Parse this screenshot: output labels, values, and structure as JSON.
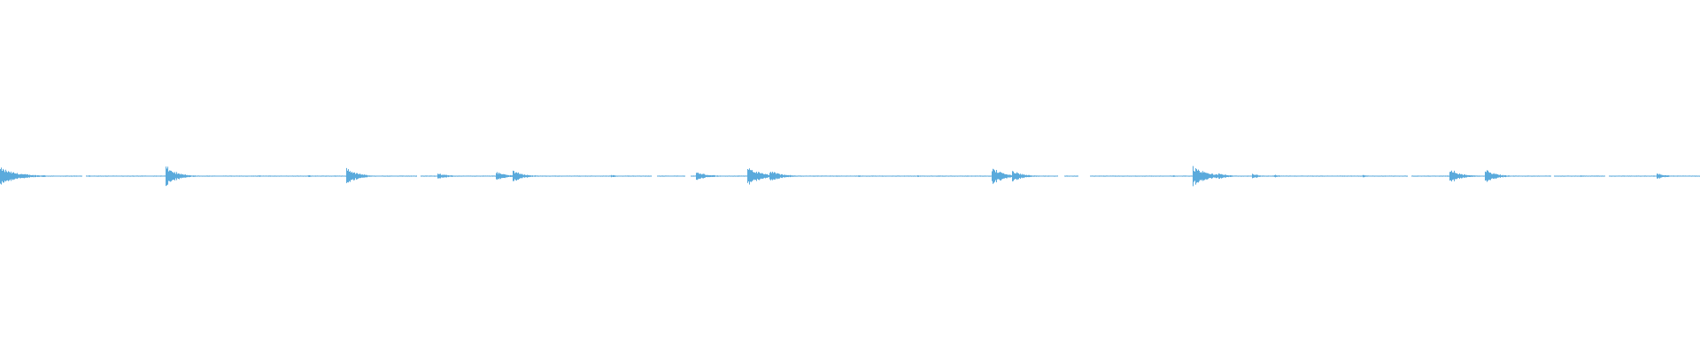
{
  "waveform": {
    "color": "#5aaadc",
    "background": "#ffffff",
    "duration_fraction_visible": 1.0,
    "baseline_amplitude": 0.01,
    "transients": [
      {
        "t": 0.0,
        "amp": 0.9,
        "decay": 0.01
      },
      {
        "t": 0.025,
        "amp": 0.12,
        "decay": 0.004
      },
      {
        "t": 0.052,
        "amp": 0.08,
        "decay": 0.003
      },
      {
        "t": 0.098,
        "amp": 1.0,
        "decay": 0.006
      },
      {
        "t": 0.152,
        "amp": 0.1,
        "decay": 0.003
      },
      {
        "t": 0.182,
        "amp": 0.1,
        "decay": 0.003
      },
      {
        "t": 0.204,
        "amp": 0.9,
        "decay": 0.006
      },
      {
        "t": 0.258,
        "amp": 0.3,
        "decay": 0.006
      },
      {
        "t": 0.292,
        "amp": 0.5,
        "decay": 0.005
      },
      {
        "t": 0.302,
        "amp": 0.6,
        "decay": 0.006
      },
      {
        "t": 0.36,
        "amp": 0.12,
        "decay": 0.004
      },
      {
        "t": 0.41,
        "amp": 0.4,
        "decay": 0.007
      },
      {
        "t": 0.44,
        "amp": 1.0,
        "decay": 0.007
      },
      {
        "t": 0.453,
        "amp": 0.55,
        "decay": 0.007
      },
      {
        "t": 0.505,
        "amp": 0.1,
        "decay": 0.003
      },
      {
        "t": 0.54,
        "amp": 0.1,
        "decay": 0.003
      },
      {
        "t": 0.584,
        "amp": 0.9,
        "decay": 0.006
      },
      {
        "t": 0.596,
        "amp": 0.55,
        "decay": 0.006
      },
      {
        "t": 0.69,
        "amp": 0.1,
        "decay": 0.003
      },
      {
        "t": 0.702,
        "amp": 1.0,
        "decay": 0.008
      },
      {
        "t": 0.717,
        "amp": 0.35,
        "decay": 0.005
      },
      {
        "t": 0.737,
        "amp": 0.25,
        "decay": 0.004
      },
      {
        "t": 0.75,
        "amp": 0.15,
        "decay": 0.003
      },
      {
        "t": 0.802,
        "amp": 0.12,
        "decay": 0.003
      },
      {
        "t": 0.853,
        "amp": 0.75,
        "decay": 0.006
      },
      {
        "t": 0.874,
        "amp": 0.7,
        "decay": 0.006
      },
      {
        "t": 0.93,
        "amp": 0.1,
        "decay": 0.003
      },
      {
        "t": 0.975,
        "amp": 0.3,
        "decay": 0.005
      }
    ],
    "gaps": [
      [
        0.048,
        0.05
      ],
      [
        0.245,
        0.247
      ],
      [
        0.383,
        0.386
      ],
      [
        0.403,
        0.406
      ],
      [
        0.622,
        0.626
      ],
      [
        0.634,
        0.641
      ],
      [
        0.828,
        0.83
      ],
      [
        0.912,
        0.914
      ],
      [
        0.944,
        0.946
      ]
    ]
  }
}
